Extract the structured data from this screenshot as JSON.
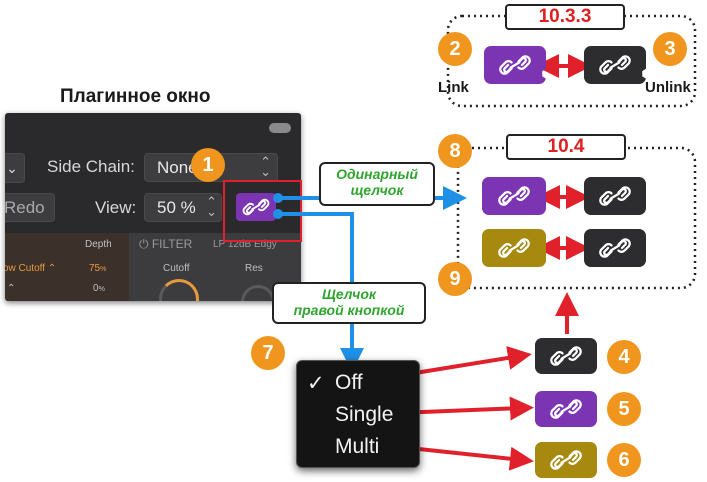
{
  "plugin_window": {
    "title": "Плагинное окно",
    "side_chain_label": "Side Chain:",
    "side_chain_value": "None",
    "redo_label": "Redo",
    "view_label": "View:",
    "view_value": "50 %",
    "depth_label": "Depth",
    "filter_label": "FILTER",
    "filter_type": "LP 12dB Edgy",
    "cutoff_left": "ow Cutoff",
    "depth_value_1": "75",
    "depth_unit": "%",
    "depth_value_2": "0",
    "cutoff_label": "Cutoff",
    "res_label": "Res"
  },
  "versions": {
    "v1": "10.3.3",
    "v2": "10.4"
  },
  "labels": {
    "link": "Link",
    "unlink": "Unlink"
  },
  "callouts": {
    "single_click_line1": "Одинарный",
    "single_click_line2": "щелчок",
    "right_click_line1": "Щелчок",
    "right_click_line2": "правой кнопкой"
  },
  "badges": [
    "1",
    "2",
    "3",
    "4",
    "5",
    "6",
    "7",
    "8",
    "9"
  ],
  "context_menu": {
    "checkmark": "✓",
    "items": [
      "Off",
      "Single",
      "Multi"
    ]
  },
  "colors": {
    "purple": "#7b35b2",
    "dark": "#2d2d2f",
    "gold": "#a6890e",
    "orange_badge": "#f0961e",
    "red_arrow": "#e0202a",
    "blue_arrow": "#1e90e8",
    "callout_green": "#2fa52f"
  },
  "icons": [
    "link-icon"
  ]
}
